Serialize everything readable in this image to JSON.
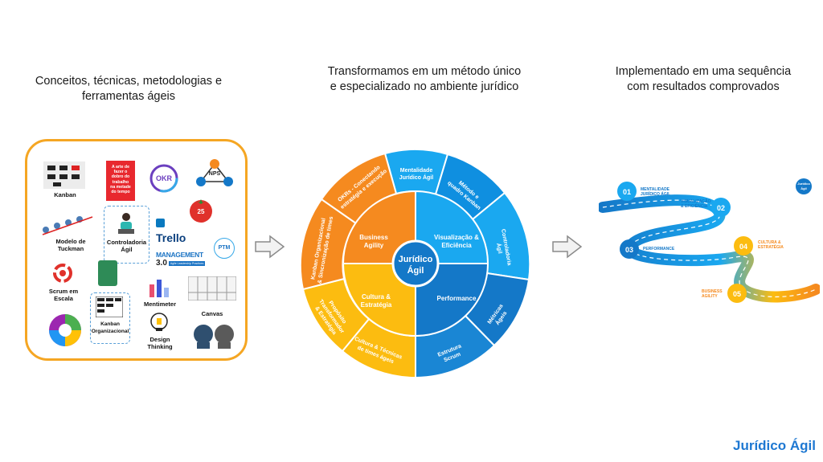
{
  "headings": {
    "left_l1": "Conceitos, técnicas, metodologias e",
    "left_l2": "ferramentas ágeis",
    "center_l1": "Transformamos em um método único",
    "center_l2": "e especializado no ambiente jurídico",
    "right_l1": "Implementado em uma sequência",
    "right_l2": "com resultados comprovados"
  },
  "tools": {
    "kanban": "Kanban",
    "book_l1": "A arte de",
    "book_l2": "fazer o",
    "book_l3": "dobro do",
    "book_l4": "trabalho",
    "book_l5": "na metade",
    "book_l6": "do tempo",
    "okr": "OKR",
    "nps": "NPS",
    "tuckman_l1": "Modelo de",
    "tuckman_l2": "Tuckman",
    "controladoria_l1": "Controladoria",
    "controladoria_l2": "Ágil",
    "trello": "Trello",
    "management": "MANAGEMENT",
    "management_ver": "3.0",
    "management_sub": "Agile Leadership Practices",
    "ptm": "PTM",
    "timer": "25",
    "scrum_l1": "Scrum em",
    "scrum_l2": "Escala",
    "mentimeter": "Mentimeter",
    "canvas": "Canvas",
    "kanban_org_l1": "Kanban",
    "kanban_org_l2": "Organizacional",
    "design_l1": "Design",
    "design_l2": "Thinking"
  },
  "wheel": {
    "center_l1": "Jurídico",
    "center_l2": "Ágil",
    "inner": {
      "business_l1": "Business",
      "business_l2": "Agility",
      "visual_l1": "Visualização &",
      "visual_l2": "Eficiência",
      "cultura_l1": "Cultura &",
      "cultura_l2": "Estratégia",
      "performance": "Performance"
    },
    "outer": {
      "mentalidade_l1": "Mentalidade",
      "mentalidade_l2": "Jurídico Ágil",
      "metodo_l1": "Método e",
      "metodo_l2": "quadro Kanban",
      "controladoria_l1": "Controladoria",
      "controladoria_l2": "Ágil",
      "metricas_l1": "Métricas",
      "metricas_l2": "Ágeis",
      "estrutura_l1": "Estrutura",
      "estrutura_l2": "Scrum",
      "times_l1": "Cultura & Técnicas",
      "times_l2": "de times ágeis",
      "proposito_l1": "Propósito",
      "proposito_l2": "Transformador",
      "proposito_l3": "& Estratégia",
      "sincron_l1": "Kanban Organizacional",
      "sincron_l2": "& Sincronização de times",
      "okrs_l1": "OKRs - Conectando",
      "okrs_l2": "estratégia e execução"
    }
  },
  "journey": {
    "steps": [
      {
        "num": "01",
        "label_l1": "MENTALIDADE",
        "label_l2": "JURÍDICO ÁGIL"
      },
      {
        "num": "02",
        "label_l1": "VISUALIZAÇÃO",
        "label_l2": "& EFICIÊNCIA"
      },
      {
        "num": "03",
        "label_l1": "PERFORMANCE",
        "label_l2": ""
      },
      {
        "num": "04",
        "label_l1": "CULTURA &",
        "label_l2": "ESTRATÉGIA"
      },
      {
        "num": "05",
        "label_l1": "BUSINESS",
        "label_l2": "AGILITY"
      }
    ],
    "badge_l1": "Jurídico",
    "badge_l2": "Ágil"
  },
  "logo": {
    "text": "Jurídico Ágil"
  },
  "colors": {
    "orange": "#f58a1f",
    "yellow": "#fcbc10",
    "blue_light": "#1aa8f0",
    "blue_dark": "#1478c8",
    "accent_border": "#f5a623"
  }
}
